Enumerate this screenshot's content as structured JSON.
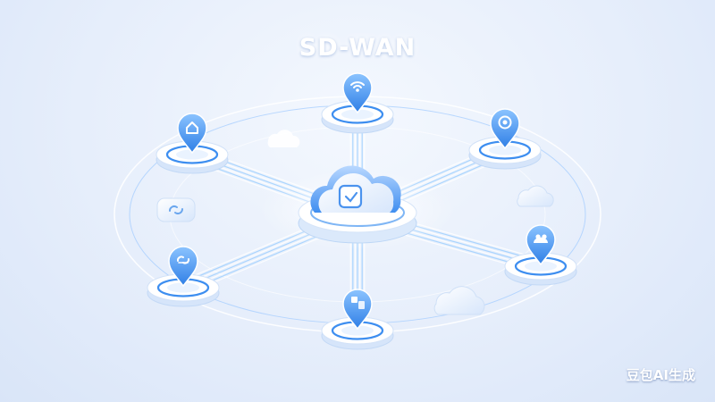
{
  "title": "SD-WAN",
  "watermark": "豆包AI生成",
  "hub": {
    "icon": "cloud-icon",
    "badge_icon": "tag-icon"
  },
  "nodes": [
    {
      "id": "top",
      "icon": "wifi-icon"
    },
    {
      "id": "top-right",
      "icon": "target-icon"
    },
    {
      "id": "right",
      "icon": "people-cloud-icon"
    },
    {
      "id": "bottom",
      "icon": "layers-icon"
    },
    {
      "id": "left",
      "icon": "link-icon"
    },
    {
      "id": "top-left",
      "icon": "home-icon"
    }
  ],
  "decorations": [
    "cloud-icon",
    "cloud-icon",
    "cloud-icon",
    "link-tile-icon"
  ],
  "colors": {
    "accent": "#3d8ef0",
    "accent_light": "#8fc2ff",
    "background": "#e6eefb",
    "link": "#9fd0ff"
  }
}
